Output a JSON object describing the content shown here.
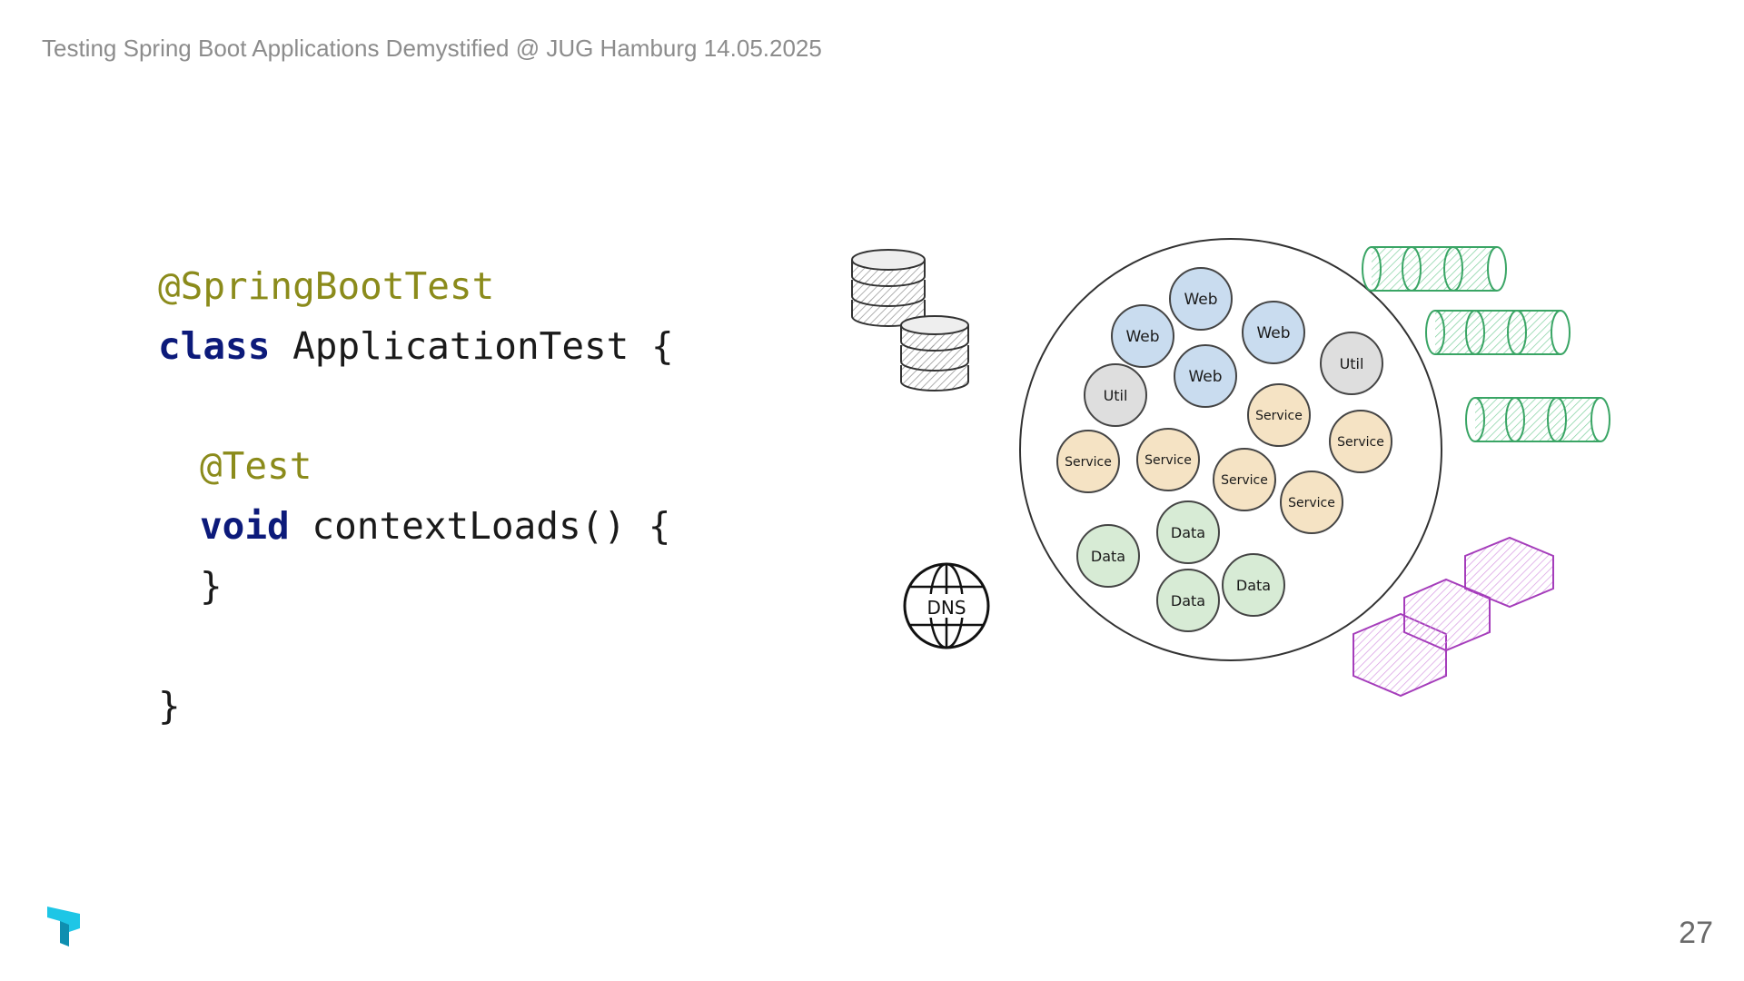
{
  "header": {
    "title": "Testing Spring Boot Applications Demystified @ JUG Hamburg 14.05.2025"
  },
  "code": {
    "line1_annotation": "@SpringBootTest",
    "line2_keyword": "class",
    "line2_rest": " ApplicationTest {",
    "line4_annotation": "@Test",
    "line5_keyword": "void",
    "line5_rest": " contextLoads() {",
    "line6": "}",
    "line8": "}"
  },
  "diagram": {
    "dns_label": "DNS",
    "bean_labels": {
      "web": "Web",
      "util": "Util",
      "service": "Service",
      "data": "Data"
    },
    "colors": {
      "web": "#c9dcef",
      "util": "#dedede",
      "service": "#f5e3c4",
      "data": "#d7ebd5",
      "queue": "#3aa565",
      "hex": "#a53dbb",
      "db": "#555555"
    }
  },
  "footer": {
    "page_number": "27",
    "logo_icon": "brand-logo-icon"
  },
  "colors": {
    "annotation": "#8b8b1b",
    "keyword": "#0c1a7a",
    "header_text": "#8c8c8c"
  }
}
